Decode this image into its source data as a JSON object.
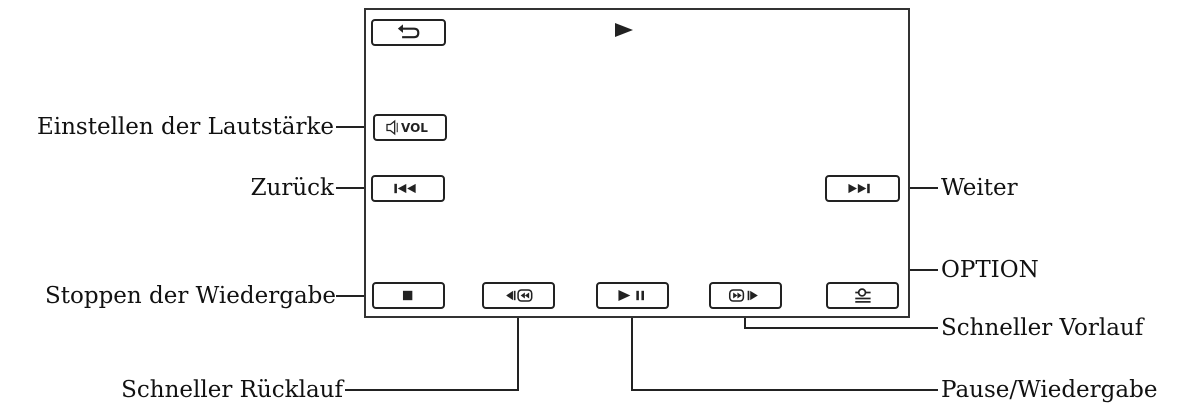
{
  "labels": {
    "volume": "Einstellen der Lautstärke",
    "previous": "Zurück",
    "next": "Weiter",
    "stop": "Stoppen der Wiedergabe",
    "option": "OPTION",
    "fast_forward": "Schneller Vorlauf",
    "rewind": "Schneller Rücklauf",
    "play_pause": "Pause/Wiedergabe"
  },
  "buttons": {
    "volume_text": "VOL"
  },
  "icons": {
    "back": "return-arrow-icon",
    "status": "play-status-icon",
    "volume": "speaker-icon",
    "previous": "skip-previous-icon",
    "next": "skip-next-icon",
    "stop": "stop-icon",
    "rewind": "rewind-icon",
    "play_pause": "play-pause-icon",
    "fast_forward": "fast-forward-icon",
    "option": "option-menu-icon"
  }
}
